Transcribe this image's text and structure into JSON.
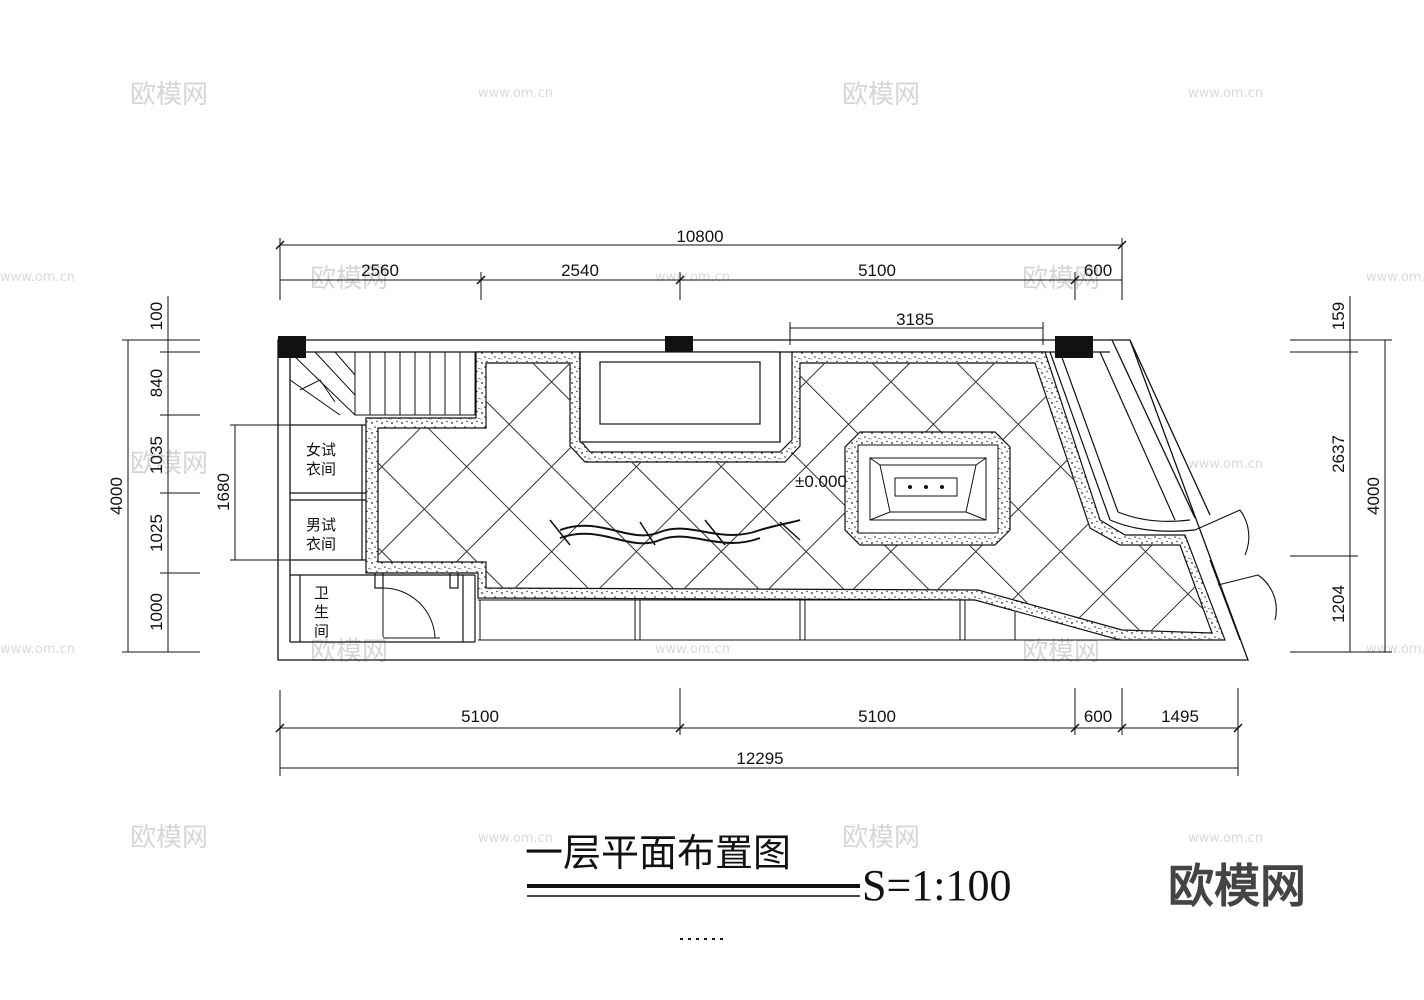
{
  "drawing": {
    "title": "一层平面布置图",
    "scale": "S=1:100",
    "logo": "欧模网",
    "level_mark": "±0.000",
    "watermark_text": "欧模网",
    "watermark_url": "www.om.cn"
  },
  "dimensions": {
    "top_total": "10800",
    "top_segments": [
      "2560",
      "2540",
      "5100",
      "600"
    ],
    "window_span": "3185",
    "bottom_segments": [
      "5100",
      "5100",
      "600",
      "1495"
    ],
    "bottom_total": "12295",
    "left_total": "4000",
    "left_segments": [
      "100",
      "840",
      "1035",
      "1025",
      "1000"
    ],
    "left_inner": "1680",
    "right_total": "4000",
    "right_segments": [
      "159",
      "2637",
      "1204"
    ]
  },
  "rooms": {
    "fitting_women": [
      "女试",
      "衣间"
    ],
    "fitting_men": [
      "男试",
      "衣间"
    ],
    "toilet": [
      "卫",
      "生",
      "间"
    ]
  }
}
